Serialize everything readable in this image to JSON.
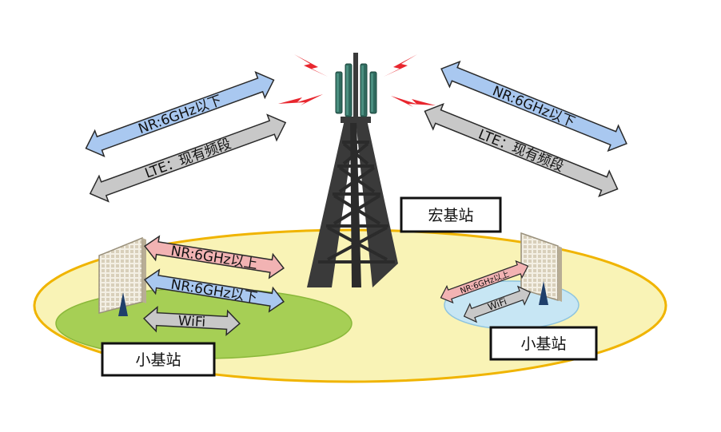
{
  "labels": {
    "macro_station": "宏基站",
    "small_station_left": "小基站",
    "small_station_right": "小基站"
  },
  "arrows": {
    "top_left_nr": "NR:6GHz以下",
    "top_left_lte": "LTE：现有频段",
    "top_right_nr": "NR:6GHz以下",
    "top_right_lte": "LTE：现有频段",
    "left_nr_above": "NR:6GHz以上",
    "left_nr_below": "NR:6GHz以下",
    "left_wifi": "WiFi",
    "right_nr_above": "NR:6GHz以上",
    "right_wifi": "WiFi"
  },
  "colors": {
    "macro_coverage": "#f9f3b6",
    "macro_coverage_border": "#f0b400",
    "small_coverage_left": "#a6cf55",
    "small_coverage_right": "#c7e6f4",
    "nr_low_arrow": "#a9c8f0",
    "nr_high_arrow": "#f2b3b3",
    "lte_wifi_arrow": "#c8c8c8",
    "signal_bolt": "#e8262e",
    "tower": "#3a3a3a",
    "antenna": "#2f6a5e"
  }
}
